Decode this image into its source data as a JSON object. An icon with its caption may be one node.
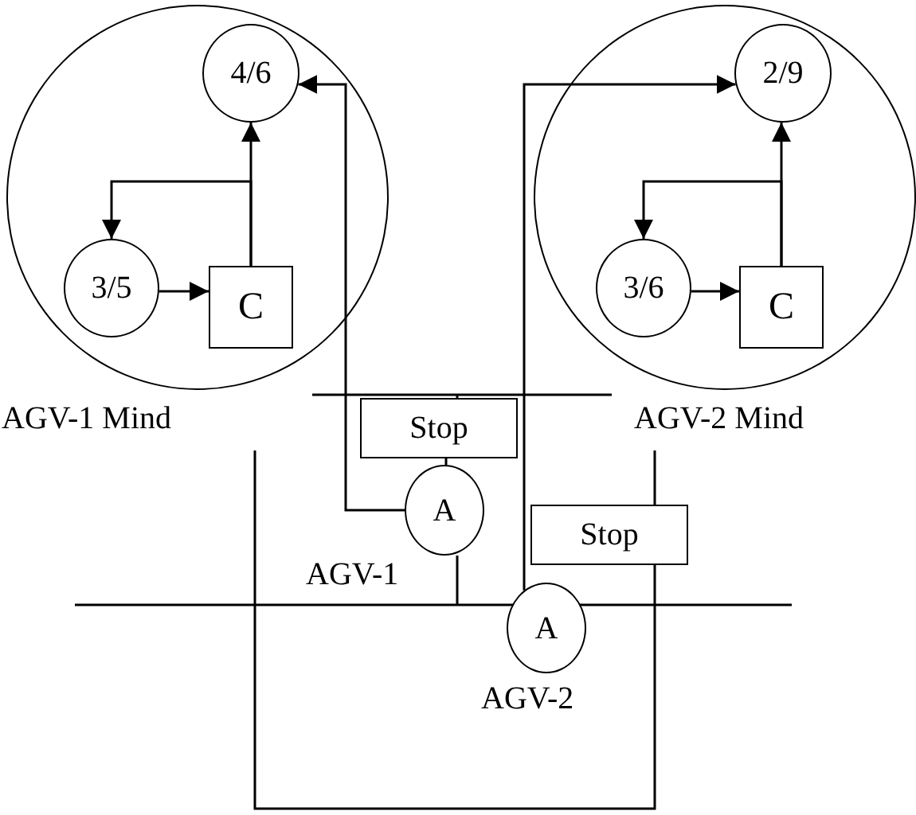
{
  "diagram": {
    "nodes": [
      {
        "text": [
          "AGV-1 Mind"
        ]
      },
      {
        "text": [
          "4/6"
        ],
        "in": 0
      },
      {
        "text": [
          "3/5"
        ],
        "in": 0
      },
      {
        "text": [
          "C"
        ],
        "in": 0
      },
      {
        "text": [
          "AGV-2 Mind"
        ]
      },
      {
        "text": [
          "2/9"
        ],
        "in": 4
      },
      {
        "text": [
          "3/6"
        ],
        "in": 4
      },
      {
        "text": [
          "C"
        ],
        "in": 4
      },
      {
        "text": [
          "Stop"
        ]
      },
      {
        "text": [
          "A"
        ],
        "beside": [
          "AGV-1"
        ]
      },
      {
        "text": [
          "Stop"
        ]
      },
      {
        "text": [
          "A"
        ],
        "beside": [
          "AGV-2"
        ]
      }
    ],
    "edges": [
      {
        "from": 2,
        "to": 3,
        "arrow": "to"
      },
      {
        "from": 3,
        "to": 1,
        "arrow": "to"
      },
      {
        "from": 3,
        "to": 2,
        "arrow": "to"
      },
      {
        "from": 6,
        "to": 7,
        "arrow": "to"
      },
      {
        "from": 7,
        "to": 5,
        "arrow": "to"
      },
      {
        "from": 7,
        "to": 6,
        "arrow": "to"
      },
      {
        "from": 9,
        "to": 1,
        "arrow": "to"
      },
      {
        "from": 11,
        "to": 5,
        "arrow": "to"
      },
      {
        "from": 8,
        "to": 9,
        "arrow": "none"
      }
    ]
  }
}
